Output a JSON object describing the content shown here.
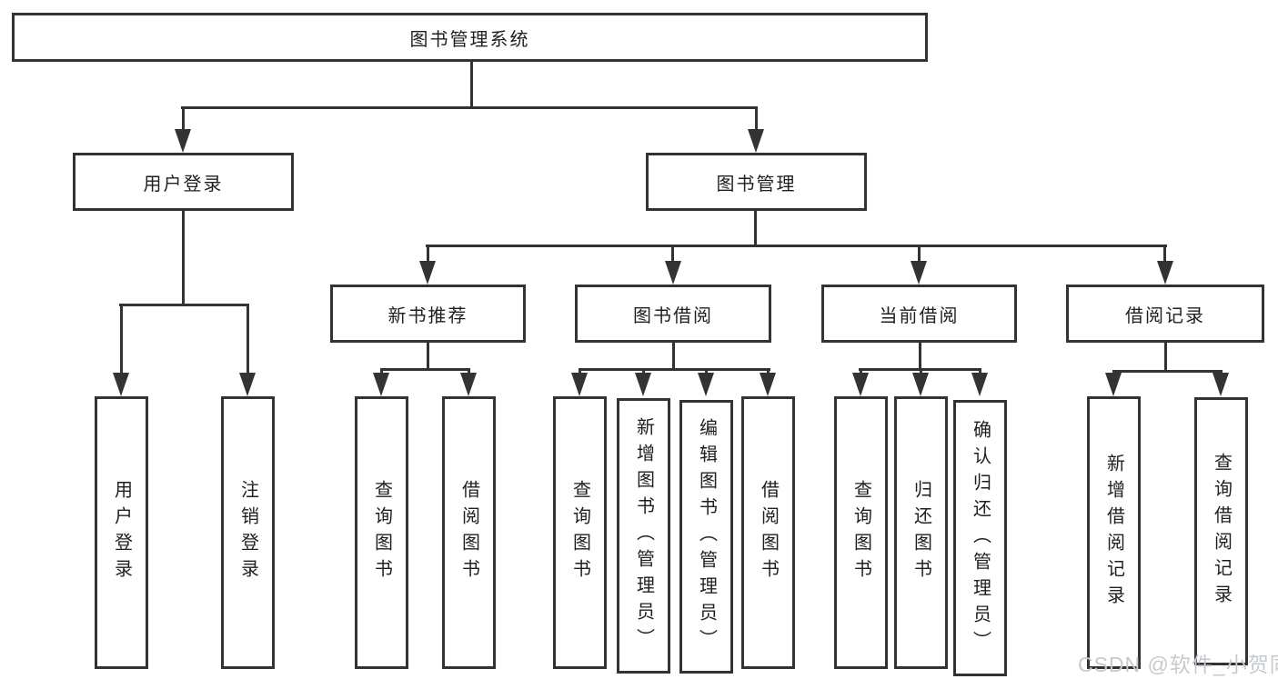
{
  "diagram": {
    "root": "图书管理系统",
    "user_login": "用户登录",
    "book_management": "图书管理",
    "new_book_recommend": "新书推荐",
    "book_borrowing": "图书借阅",
    "current_borrowing": "当前借阅",
    "borrowing_records": "借阅记录",
    "leaves": {
      "g1": [
        "用户登录",
        "注销登录"
      ],
      "g2": [
        "查询图书",
        "借阅图书"
      ],
      "g3": [
        "查询图书",
        "新增图书（管理员）",
        "编辑图书（管理员）",
        "借阅图书"
      ],
      "g4": [
        "查询图书",
        "归还图书",
        "确认归还（管理员）"
      ],
      "g5": [
        "新增借阅记录",
        "查询借阅记录"
      ]
    }
  },
  "watermark": "CSDN @软件_小贺同学",
  "colors": {
    "line": "#333333",
    "text": "#1f1f1f",
    "background": "#ffffff",
    "watermark": "#c6cace"
  }
}
